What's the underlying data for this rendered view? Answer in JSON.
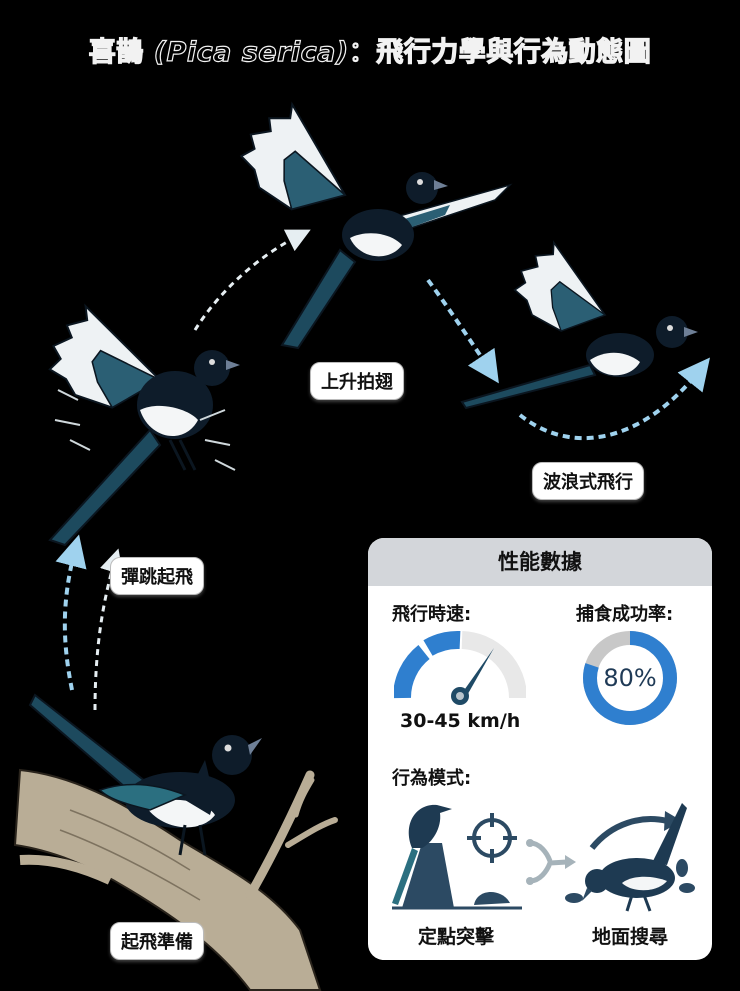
{
  "title": {
    "common_name": "喜鵲",
    "scientific_name": "(Pica serica)",
    "subtitle": "：飛行力學與行為動態圖"
  },
  "stages": [
    {
      "id": "prepare",
      "label": "起飛準備"
    },
    {
      "id": "jump",
      "label": "彈跳起飛"
    },
    {
      "id": "climb",
      "label": "上升拍翅"
    },
    {
      "id": "undulate",
      "label": "波浪式飛行"
    }
  ],
  "panel": {
    "header": "性能數據",
    "speed": {
      "label": "飛行時速:",
      "value": "30-45 km/h",
      "gauge_color": "#2f7fcf",
      "needle_color": "#1f4a66"
    },
    "success_rate": {
      "label": "捕食成功率:",
      "value": "80%",
      "percent": 80,
      "fill_color": "#2f7fcf",
      "rest_color": "#c8c8c8"
    },
    "behavior": {
      "label": "行為模式:",
      "modes": [
        {
          "label": "定點突擊",
          "icon": "perch-ambush-icon"
        },
        {
          "label": "地面搜尋",
          "icon": "ground-foraging-icon"
        }
      ]
    }
  },
  "colors": {
    "background": "#000000",
    "arrow": "#9fd2ee",
    "bird_dark": "#0e1c2a",
    "bird_teal": "#2b5f74",
    "branch": "#b9ad96"
  }
}
